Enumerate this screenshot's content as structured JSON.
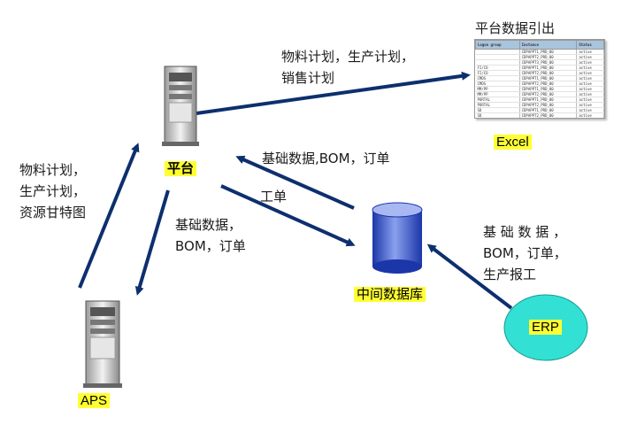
{
  "export_title": "平台数据引出",
  "excel": {
    "headers": [
      "Logon group",
      "Instance",
      "Status"
    ],
    "rows": [
      [
        "",
        "CDPAPPT1_PRD_00",
        "active"
      ],
      [
        "",
        "CDPAPPT2_PRD_00",
        "active"
      ],
      [
        "",
        "CDPAPPT3_PRD_00",
        "active"
      ],
      [
        "FI/CO",
        "CDPAPPT1_PRD_00",
        "active"
      ],
      [
        "FI/CO",
        "CDPAPPT2_PRD_00",
        "active"
      ],
      [
        "CMDS",
        "CDPAPPT1_PRD_00",
        "active"
      ],
      [
        "CMDS",
        "CDPAPPT2_PRD_00",
        "active"
      ],
      [
        "MM/PP",
        "CDPAPPT1_PRD_00",
        "active"
      ],
      [
        "MM/PP",
        "CDPAPPT2_PRD_00",
        "active"
      ],
      [
        "PORTAL",
        "CDPAPPT1_PRD_00",
        "active"
      ],
      [
        "PORTAL",
        "CDPAPPT2_PRD_00",
        "active"
      ],
      [
        "SD",
        "CDPAPPT1_PRD_00",
        "active"
      ],
      [
        "SD",
        "CDPAPPT2_PRD_00",
        "active"
      ]
    ],
    "label": "Excel"
  },
  "nodes": {
    "platform": "平台",
    "aps": "APS",
    "middle_db": "中间数据库",
    "erp": "ERP"
  },
  "edges": {
    "platform_to_excel": [
      "物料计划，生产计划，",
      "销售计划"
    ],
    "db_to_platform": "基础数据,BOM，订单",
    "platform_to_db": "工单",
    "aps_to_platform": [
      "物料计划，",
      "生产计划，",
      "资源甘特图"
    ],
    "platform_to_aps": [
      "基础数据，",
      "BOM，订单"
    ],
    "erp_to_db": [
      "基 础 数 据 ，",
      "BOM，订单，",
      "生产报工"
    ]
  },
  "colors": {
    "arrow": "#0d2f6e",
    "highlight": "#ffff33",
    "erp_fill": "#33e0d4",
    "db_fill": "#3355cc"
  }
}
